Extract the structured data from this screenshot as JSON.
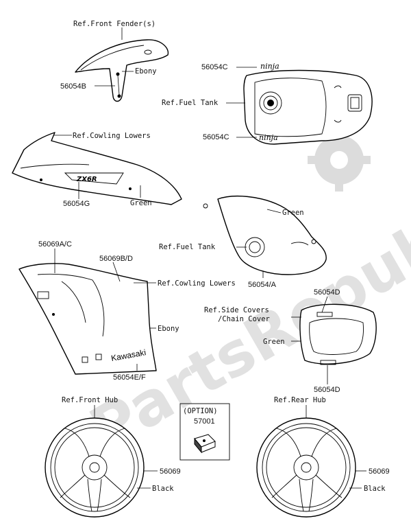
{
  "labels": {
    "front_fender": "Ref.Front Fender(s)",
    "ebony_1": "Ebony",
    "p56054b": "56054B",
    "p56054c_top": "56054C",
    "fuel_tank_1": "Ref.Fuel Tank",
    "p56054c_bot": "56054C",
    "cowling_lowers_1": "Ref.Cowling Lowers",
    "p56054g": "56054G",
    "green_1": "Green",
    "green_2": "Green",
    "fuel_tank_2": "Ref.Fuel Tank",
    "p56069ac": "56069A/C",
    "p56069bd": "56069B/D",
    "cowling_lowers_2": "Ref.Cowling Lowers",
    "p56054a": "56054/A",
    "p56054d_top": "56054D",
    "side_covers_1": "Ref.Side Covers",
    "side_covers_2": "/Chain Cover",
    "ebony_2": "Ebony",
    "green_3": "Green",
    "p56054ef": "56054E/F",
    "p56054d_bot": "56054D",
    "front_hub": "Ref.Front Hub",
    "option": "(OPTION)",
    "p57001": "57001",
    "rear_hub": "Ref.Rear Hub",
    "p56069_left": "56069",
    "black_left": "Black",
    "p56069_right": "56069",
    "black_right": "Black"
  },
  "decal_text": {
    "kawasaki": "Kawasaki",
    "ninja": "ninja",
    "zx6r": "ZX6R"
  },
  "watermark": "PartsRepublik",
  "colors": {
    "line": "#000000",
    "watermark": "#dcdcdc",
    "background": "#ffffff"
  }
}
